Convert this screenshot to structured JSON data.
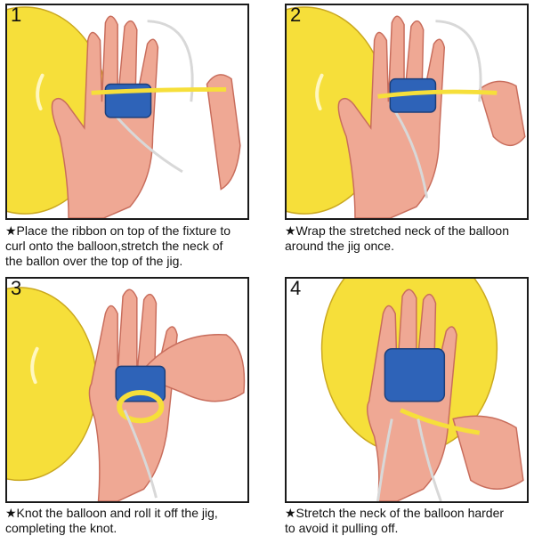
{
  "steps": [
    {
      "number": "1",
      "caption_lines": [
        "★Place the ribbon on top of the fixture to",
        "curl onto the balloon,stretch the neck of",
        "the ballon over the top of the jig."
      ]
    },
    {
      "number": "2",
      "caption_lines": [
        "★Wrap the stretched neck of the balloon",
        "around the jig once."
      ]
    },
    {
      "number": "3",
      "caption_lines": [
        "★Knot the balloon and roll it off the jig,",
        "completing the knot."
      ]
    },
    {
      "number": "4",
      "caption_lines": [
        "★Stretch the neck of the balloon harder",
        "to avoid it pulling off."
      ]
    }
  ],
  "colors": {
    "balloon": "#f6df3a",
    "skin": "#efa894",
    "skin_line": "#c86d5c",
    "jig": "#2e63b8",
    "ribbon": "#d8d8d8",
    "border": "#1a1a1a"
  }
}
